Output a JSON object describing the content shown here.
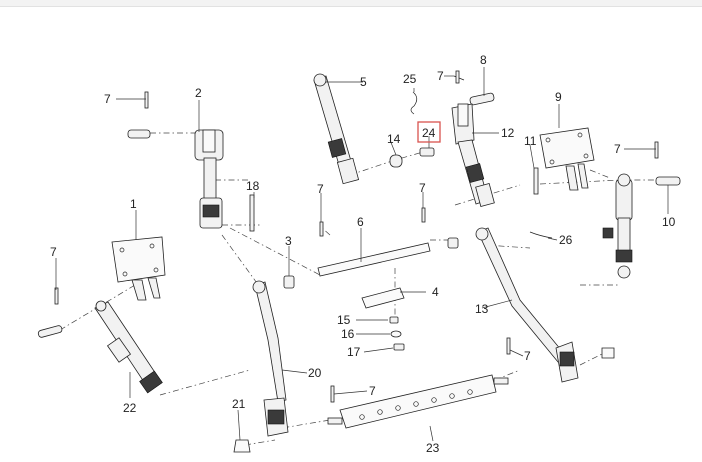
{
  "callouts": {
    "c1": "1",
    "c2": "2",
    "c4": "4",
    "c5": "5",
    "c6": "6",
    "c8": "8",
    "c9": "9",
    "c10": "10",
    "c11": "11",
    "c12": "12",
    "c13": "13",
    "c14": "14",
    "c15": "15",
    "c16": "16",
    "c17": "17",
    "c18": "18",
    "c20": "20",
    "c21": "21",
    "c22": "22",
    "c23": "23",
    "c24": "24",
    "c25": "25",
    "c26": "26",
    "c3": "3",
    "c7a": "7",
    "c7b": "7",
    "c7c": "7",
    "c7d": "7",
    "c7e": "7",
    "c7f": "7",
    "c7g": "7",
    "c7h": "7"
  },
  "highlight": {
    "part": "24",
    "color": "#d9534f"
  }
}
